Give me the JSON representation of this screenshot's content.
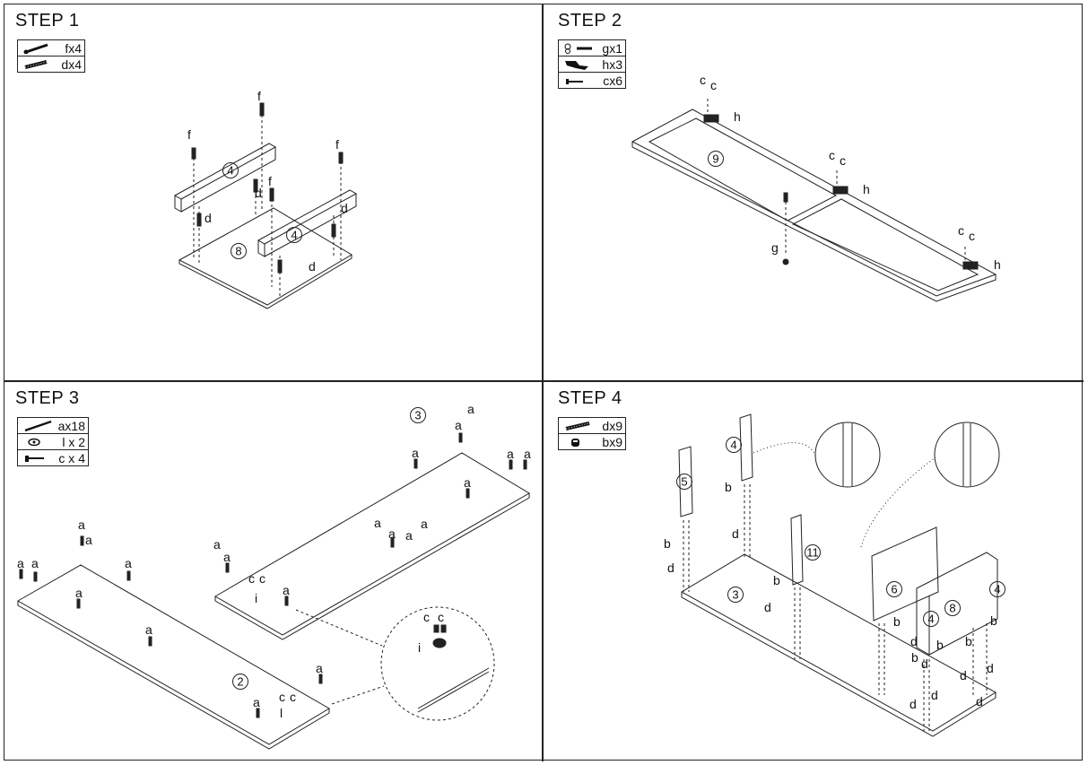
{
  "steps": [
    {
      "title": "STEP 1",
      "legend": [
        {
          "icon": "screw-icon",
          "label": "fx4"
        },
        {
          "icon": "dowel-icon",
          "label": "dx4"
        }
      ],
      "labels": [
        "f",
        "f",
        "f",
        "f",
        "d",
        "d",
        "d",
        "d"
      ],
      "parts": [
        "4",
        "4",
        "8"
      ]
    },
    {
      "title": "STEP 2",
      "legend": [
        {
          "icon": "knob-icon",
          "label": "gx1"
        },
        {
          "icon": "hinge-icon",
          "label": "hx3"
        },
        {
          "icon": "small-screw-icon",
          "label": "cx6"
        }
      ],
      "labels": [
        "c",
        "c",
        "c",
        "c",
        "c",
        "c",
        "h",
        "h",
        "h",
        "g"
      ],
      "parts": [
        "9"
      ]
    },
    {
      "title": "STEP 3",
      "legend": [
        {
          "icon": "long-screw-icon",
          "label": "ax18"
        },
        {
          "icon": "hinge-plate-icon",
          "label": "l x 2"
        },
        {
          "icon": "small-screw-icon",
          "label": "c x 4"
        }
      ],
      "labels": [
        "a",
        "a",
        "a",
        "a",
        "a",
        "a",
        "a",
        "a",
        "a",
        "a",
        "a",
        "a",
        "a",
        "a",
        "a",
        "a",
        "a",
        "a",
        "a",
        "a",
        "a",
        "a",
        "c",
        "c",
        "i",
        "c",
        "c",
        "l",
        "c",
        "c",
        "i"
      ],
      "parts": [
        "2",
        "3"
      ]
    },
    {
      "title": "STEP 4",
      "legend": [
        {
          "icon": "dowel-icon",
          "label": "dx9"
        },
        {
          "icon": "cam-lock-icon",
          "label": "bx9"
        }
      ],
      "labels": [
        "b",
        "b",
        "b",
        "b",
        "b",
        "b",
        "b",
        "b",
        "d",
        "d",
        "d",
        "d",
        "d",
        "d",
        "d",
        "d",
        "d",
        "d"
      ],
      "parts": [
        "5",
        "4",
        "11",
        "3",
        "6",
        "4",
        "8",
        "4"
      ]
    }
  ]
}
